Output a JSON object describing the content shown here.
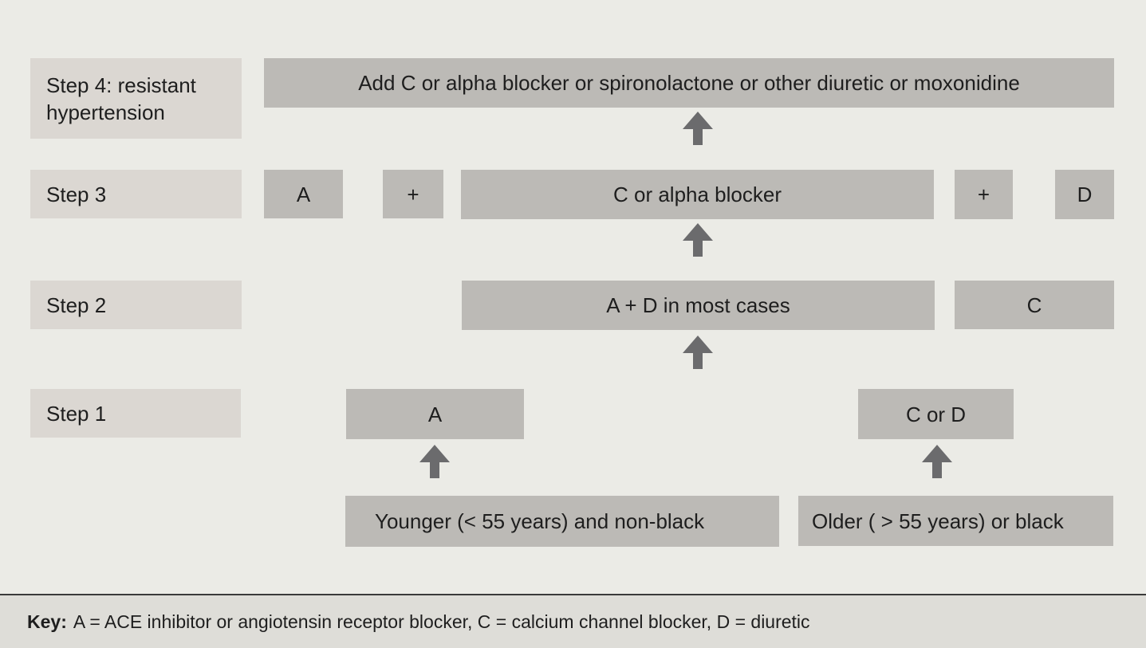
{
  "steps": {
    "step4": {
      "label": "Step 4: resistant hypertension",
      "box": "Add C or alpha blocker or spironolactone or other diuretic or moxonidine"
    },
    "step3": {
      "label": "Step 3",
      "a": "A",
      "plus_left": "+",
      "middle": "C or alpha blocker",
      "plus_right": "+",
      "d": "D"
    },
    "step2": {
      "label": "Step 2",
      "main": "A + D in most cases",
      "c": "C"
    },
    "step1": {
      "label": "Step 1",
      "a": "A",
      "cd": "C or D"
    }
  },
  "groups": {
    "younger": "Younger (< 55 years) and non-black",
    "older": "Older ( > 55 years) or black"
  },
  "key": {
    "prefix": "Key:",
    "text": "A = ACE inhibitor or angiotensin receptor blocker, C = calcium channel blocker, D = diuretic"
  },
  "colors": {
    "background": "#ebebe6",
    "label_fill": "#dbd7d2",
    "cell_fill": "#bcbab6",
    "arrow": "#6b6b6d"
  }
}
